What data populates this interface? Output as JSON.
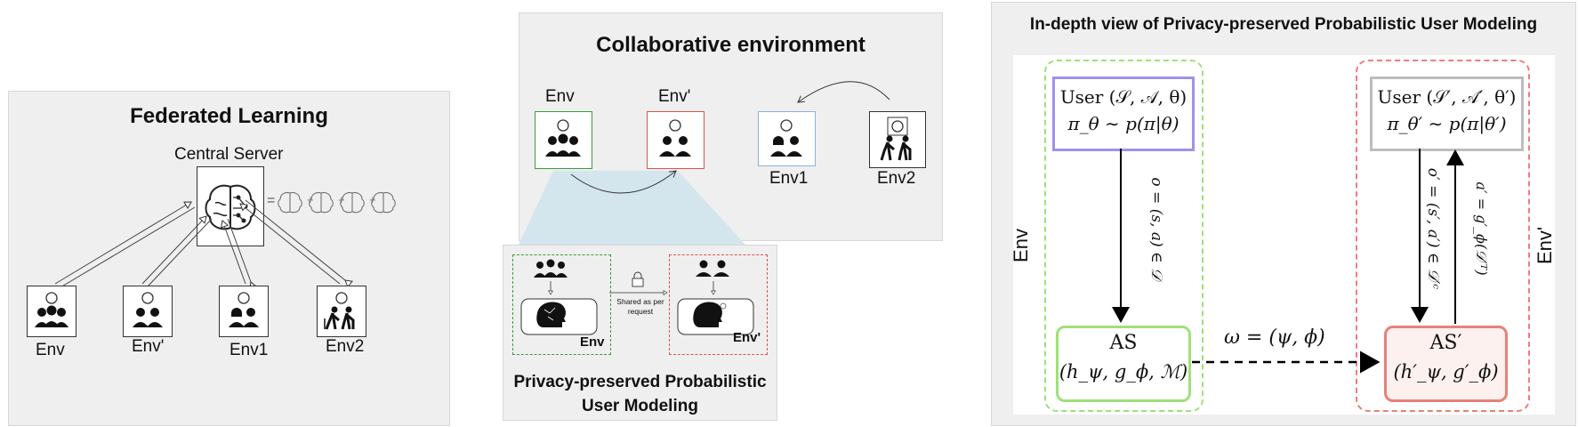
{
  "federated": {
    "title": "Federated Learning",
    "server_label": "Central Server",
    "equals": "=",
    "plus": "+",
    "clients": [
      {
        "label": "Env",
        "icon": "group-of-people-icon"
      },
      {
        "label": "Env'",
        "icon": "pair-of-people-icon"
      },
      {
        "label": "Env1",
        "icon": "pair-of-people-icon"
      },
      {
        "label": "Env2",
        "icon": "elderly-couple-icon"
      }
    ]
  },
  "collab": {
    "title": "Collaborative environment",
    "env_labels": [
      "Env",
      "Env'",
      "Env1",
      "Env2"
    ],
    "share_label_line1": "Shared as per",
    "share_label_line2": "request",
    "box_left_label": "Env",
    "box_right_label": "Env'",
    "caption_line1": "Privacy-preserved Probabilistic",
    "caption_line2": "User Modeling"
  },
  "indepth": {
    "title": "In-depth view of Privacy-preserved Probabilistic User Modeling",
    "left_env": "Env",
    "right_env": "Env'",
    "user_left_line1": "User (𝒮, 𝒜, θ)",
    "user_left_line2": "π_θ ∼ p(π|θ)",
    "user_right_line1": "User (𝒮′, 𝒜′, θ′)",
    "user_right_line2": "π_θ′ ∼ p(π|θ′)",
    "arrow_left_label": "o = (s, a) ∈ 𝒟",
    "arrow_right_down_label": "o′ = (s′, a′) ∈ 𝒟′ᶜ",
    "arrow_right_up_label": "a′ = g′_ϕ(𝒟′ᵀ)",
    "as_left_line1": "AS",
    "as_left_line2": "(h_ψ, g_ϕ, ℳ)",
    "as_right_line1": "AS′",
    "as_right_line2": "(h′_ψ, g′_ϕ)",
    "omega_label": "ω = (ψ, ϕ)"
  },
  "colors": {
    "panel_bg": "#efefef",
    "green": "#3a9c3a",
    "red": "#d9534f",
    "light_green": "#9fe07a",
    "light_red": "#e8807a",
    "purple": "#9d94e6",
    "trapezoid": "#d3e6ee"
  }
}
